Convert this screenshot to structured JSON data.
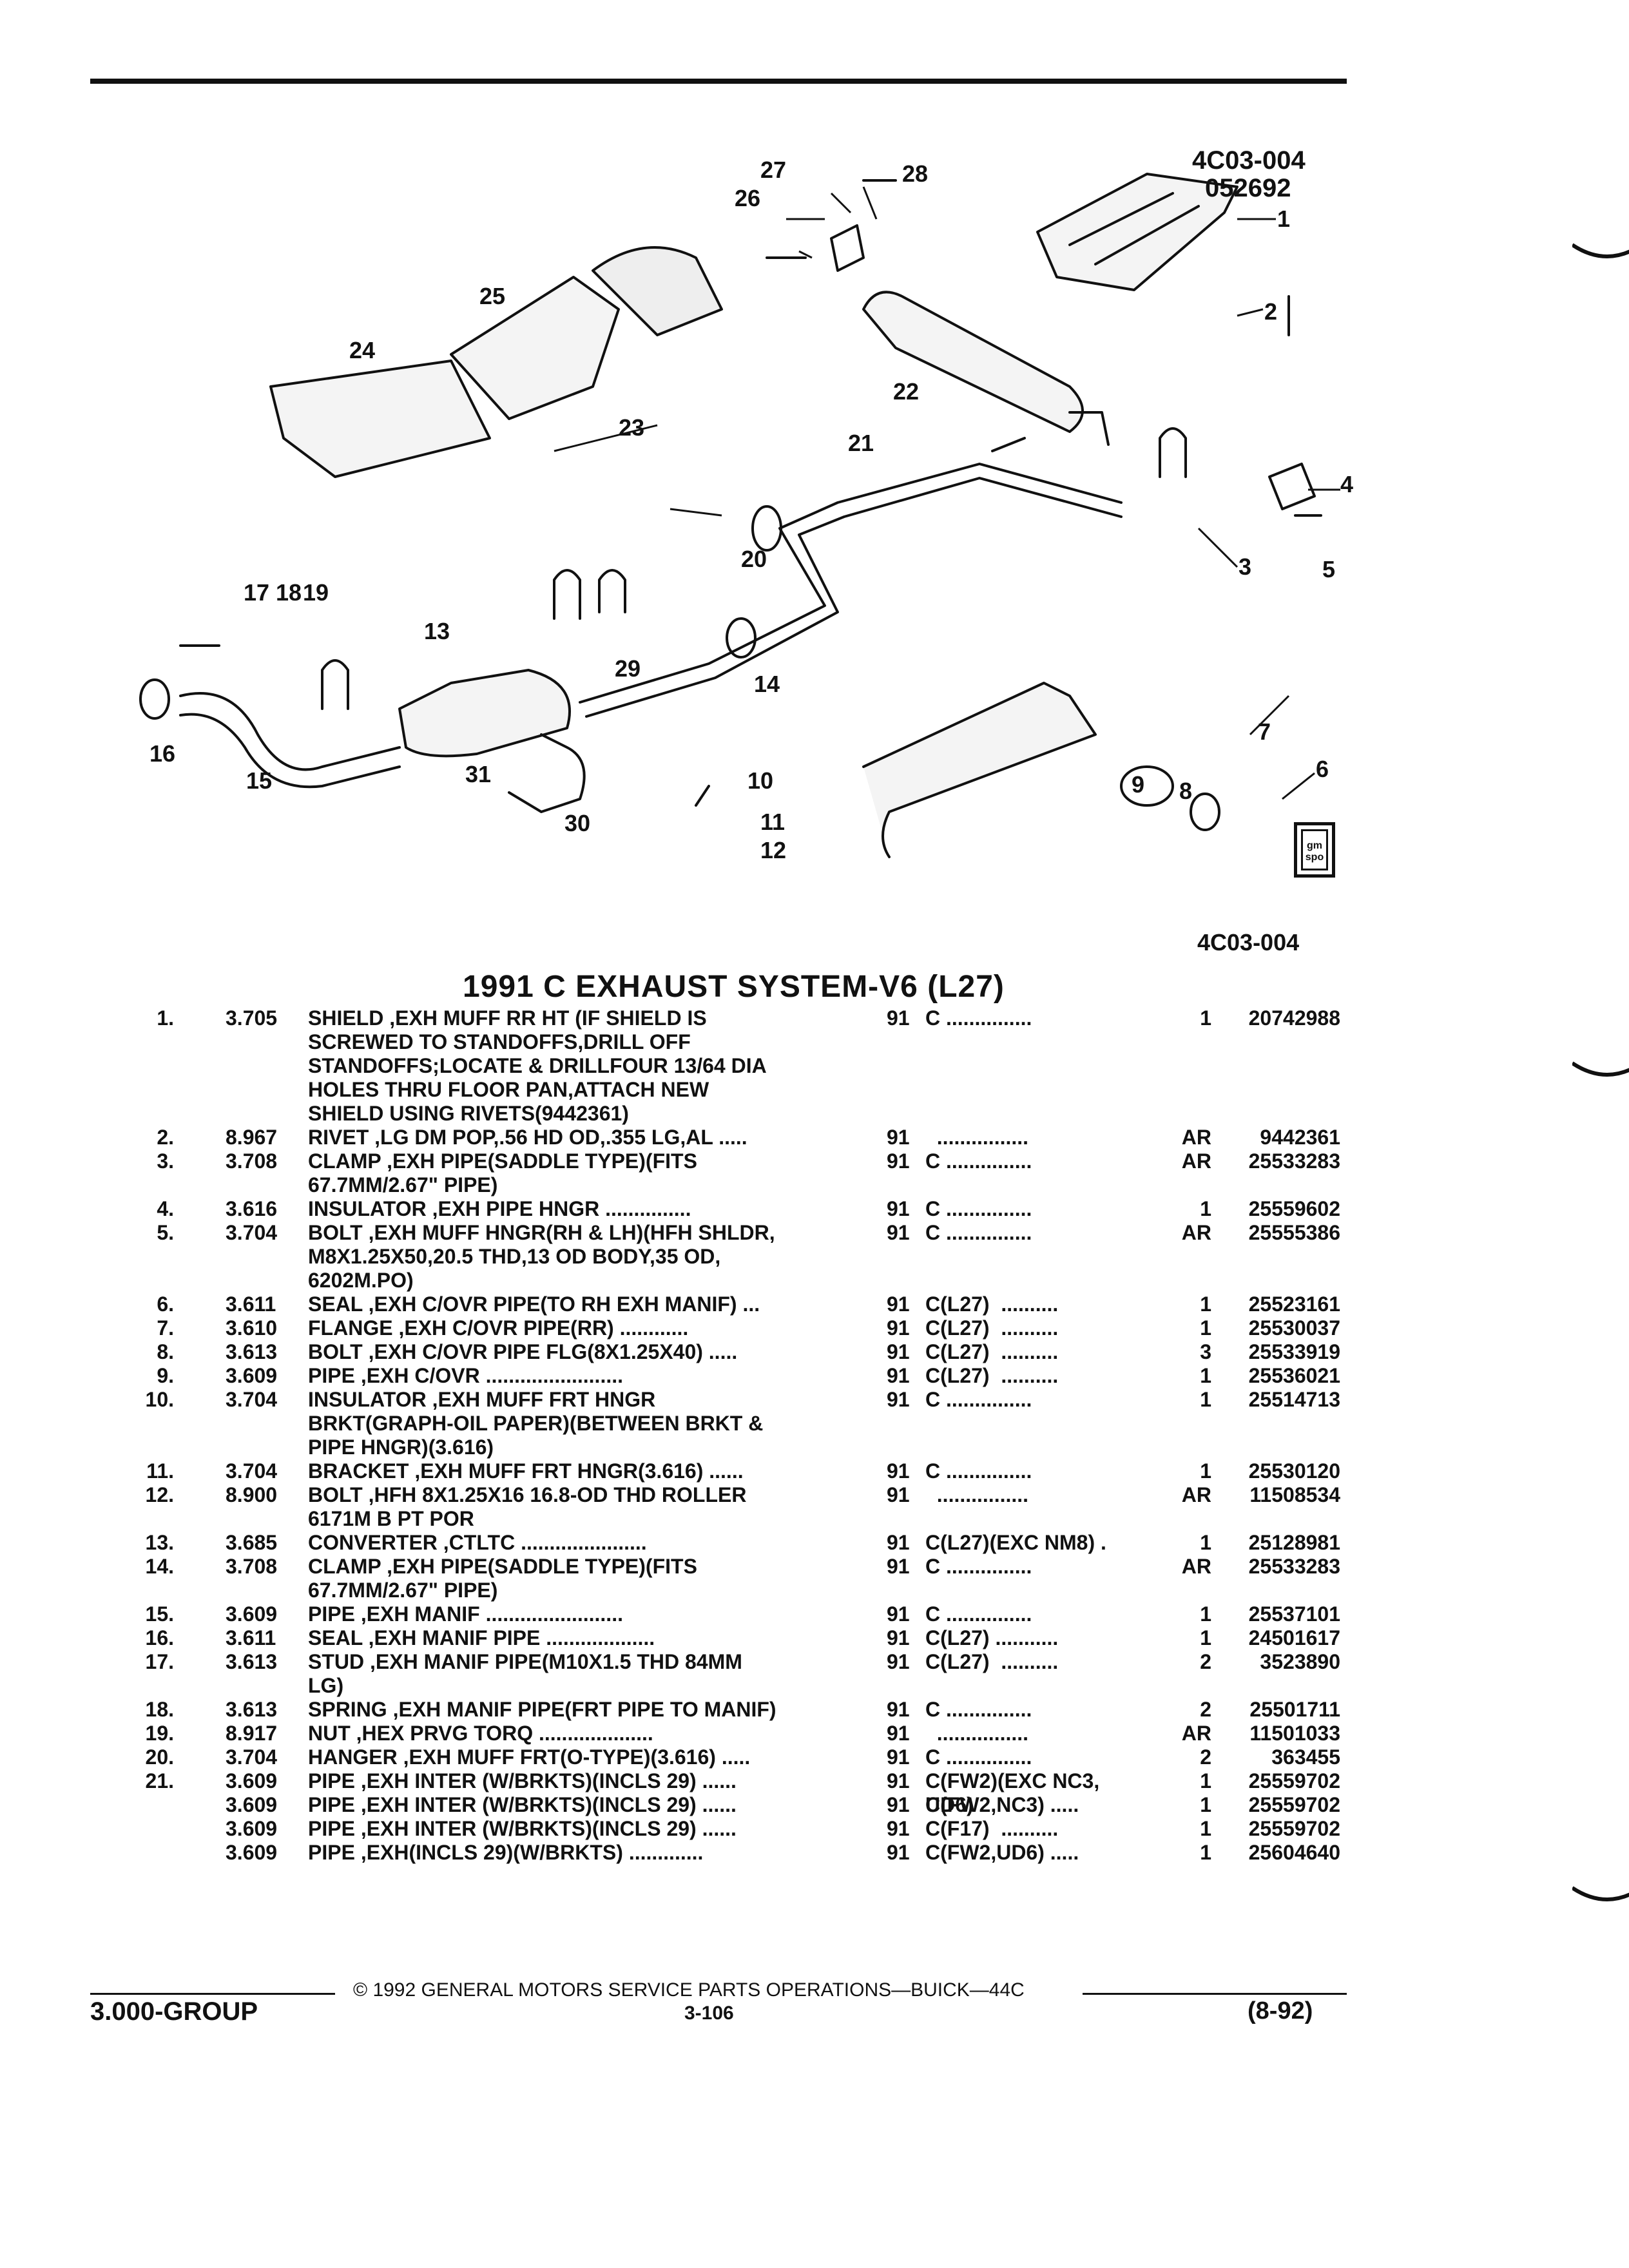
{
  "header": {
    "figure_code": "4C03-004",
    "figure_date": "052692",
    "figure_code_lower": "4C03-004",
    "logo_text": "gm spo"
  },
  "diagram": {
    "callouts": [
      "1",
      "2",
      "3",
      "4",
      "5",
      "6",
      "7",
      "8",
      "9",
      "10",
      "11",
      "12",
      "13",
      "14",
      "15",
      "16",
      "17",
      "18",
      "19",
      "20",
      "21",
      "22",
      "23",
      "24",
      "25",
      "26",
      "27",
      "28",
      "29",
      "30",
      "31"
    ]
  },
  "title": "1991 C EXHAUST SYSTEM-V6 (L27)",
  "rows": [
    {
      "num": "1.",
      "group": "3.705",
      "kw": "SHIELD",
      "desc": " ,EXH MUFF RR HT (IF SHIELD IS\nSCREWED TO STANDOFFS,DRILL OFF\nSTANDOFFS;LOCATE & DRILLFOUR 13/64 DIA\nHOLES THRU FLOOR PAN,ATTACH NEW\nSHIELD USING RIVETS(9442361)",
      "yr": "91",
      "use": "C ...............",
      "qty": "1",
      "part": "20742988",
      "lines": 5
    },
    {
      "num": "2.",
      "group": "8.967",
      "kw": "RIVET",
      "desc": " ,LG DM POP,.56 HD OD,.355 LG,AL .....",
      "yr": "91",
      "use": "  ................",
      "qty": "AR",
      "part": "9442361",
      "lines": 1
    },
    {
      "num": "3.",
      "group": "3.708",
      "kw": "CLAMP",
      "desc": " ,EXH PIPE(SADDLE TYPE)(FITS\n67.7MM/2.67\" PIPE)",
      "yr": "91",
      "use": "C ...............",
      "qty": "AR",
      "part": "25533283",
      "lines": 2
    },
    {
      "num": "4.",
      "group": "3.616",
      "kw": "INSULATOR",
      "desc": " ,EXH PIPE HNGR ...............",
      "yr": "91",
      "use": "C ...............",
      "qty": "1",
      "part": "25559602",
      "lines": 1
    },
    {
      "num": "5.",
      "group": "3.704",
      "kw": "BOLT",
      "desc": " ,EXH MUFF HNGR(RH & LH)(HFH SHLDR,\nM8X1.25X50,20.5 THD,13 OD BODY,35 OD,\n6202M.PO)",
      "yr": "91",
      "use": "C ...............",
      "qty": "AR",
      "part": "25555386",
      "lines": 3
    },
    {
      "num": "6.",
      "group": "3.611",
      "kw": "SEAL",
      "desc": " ,EXH C/OVR PIPE(TO RH EXH MANIF) ...",
      "yr": "91",
      "use": "C(L27)  ..........",
      "qty": "1",
      "part": "25523161",
      "lines": 1
    },
    {
      "num": "7.",
      "group": "3.610",
      "kw": "FLANGE",
      "desc": " ,EXH C/OVR PIPE(RR) ............",
      "yr": "91",
      "use": "C(L27)  ..........",
      "qty": "1",
      "part": "25530037",
      "lines": 1
    },
    {
      "num": "8.",
      "group": "3.613",
      "kw": "BOLT",
      "desc": " ,EXH C/OVR PIPE FLG(8X1.25X40) .....",
      "yr": "91",
      "use": "C(L27)  ..........",
      "qty": "3",
      "part": "25533919",
      "lines": 1
    },
    {
      "num": "9.",
      "group": "3.609",
      "kw": "PIPE",
      "desc": " ,EXH C/OVR ........................",
      "yr": "91",
      "use": "C(L27)  ..........",
      "qty": "1",
      "part": "25536021",
      "lines": 1
    },
    {
      "num": "10.",
      "group": "3.704",
      "kw": "INSULATOR",
      "desc": " ,EXH MUFF FRT HNGR\nBRKT(GRAPH-OIL PAPER)(BETWEEN BRKT &\nPIPE HNGR)(3.616)",
      "yr": "91",
      "use": "C ...............",
      "qty": "1",
      "part": "25514713",
      "lines": 3
    },
    {
      "num": "11.",
      "group": "3.704",
      "kw": "BRACKET",
      "desc": " ,EXH MUFF FRT HNGR(3.616) ......",
      "yr": "91",
      "use": "C ...............",
      "qty": "1",
      "part": "25530120",
      "lines": 1
    },
    {
      "num": "12.",
      "group": "8.900",
      "kw": "BOLT",
      "desc": " ,HFH 8X1.25X16 16.8-OD THD ROLLER\n6171M B PT POR",
      "yr": "91",
      "use": "  ................",
      "qty": "AR",
      "part": "11508534",
      "lines": 2
    },
    {
      "num": "13.",
      "group": "3.685",
      "kw": "CONVERTER",
      "desc": " ,CTLTC ......................",
      "yr": "91",
      "use": "C(L27)(EXC NM8) .",
      "qty": "1",
      "part": "25128981",
      "lines": 1
    },
    {
      "num": "14.",
      "group": "3.708",
      "kw": "CLAMP",
      "desc": " ,EXH PIPE(SADDLE TYPE)(FITS\n67.7MM/2.67\" PIPE)",
      "yr": "91",
      "use": "C ...............",
      "qty": "AR",
      "part": "25533283",
      "lines": 2
    },
    {
      "num": "15.",
      "group": "3.609",
      "kw": "PIPE",
      "desc": " ,EXH MANIF ........................",
      "yr": "91",
      "use": "C ...............",
      "qty": "1",
      "part": "25537101",
      "lines": 1
    },
    {
      "num": "16.",
      "group": "3.611",
      "kw": "SEAL",
      "desc": " ,EXH MANIF PIPE ...................",
      "yr": "91",
      "use": "C(L27) ...........",
      "qty": "1",
      "part": "24501617",
      "lines": 1
    },
    {
      "num": "17.",
      "group": "3.613",
      "kw": "STUD",
      "desc": " ,EXH MANIF PIPE(M10X1.5 THD 84MM\nLG)",
      "yr": "91",
      "use": "C(L27)  ..........",
      "qty": "2",
      "part": "3523890",
      "lines": 2
    },
    {
      "num": "18.",
      "group": "3.613",
      "kw": "SPRING",
      "desc": " ,EXH MANIF PIPE(FRT PIPE TO MANIF)",
      "yr": "91",
      "use": "C ...............",
      "qty": "2",
      "part": "25501711",
      "lines": 1
    },
    {
      "num": "19.",
      "group": "8.917",
      "kw": "NUT",
      "desc": " ,HEX PRVG TORQ ....................",
      "yr": "91",
      "use": "  ................",
      "qty": "AR",
      "part": "11501033",
      "lines": 1
    },
    {
      "num": "20.",
      "group": "3.704",
      "kw": "HANGER",
      "desc": " ,EXH MUFF FRT(O-TYPE)(3.616) .....",
      "yr": "91",
      "use": "C ...............",
      "qty": "2",
      "part": "363455",
      "lines": 1
    },
    {
      "num": "21.",
      "group": "3.609",
      "kw": "PIPE",
      "desc": " ,EXH INTER (W/BRKTS)(INCLS 29) ......",
      "yr": "91",
      "use": "C(FW2)(EXC NC3,\nUD6)",
      "qty": "1",
      "part": "25559702",
      "lines": 2
    },
    {
      "num": "",
      "group": "3.609",
      "kw": "PIPE",
      "desc": " ,EXH INTER (W/BRKTS)(INCLS 29) ......",
      "yr": "91",
      "use": "C(FW2,NC3) .....",
      "qty": "1",
      "part": "25559702",
      "lines": 1
    },
    {
      "num": "",
      "group": "3.609",
      "kw": "PIPE",
      "desc": " ,EXH INTER (W/BRKTS)(INCLS 29) ......",
      "yr": "91",
      "use": "C(F17)  ..........",
      "qty": "1",
      "part": "25559702",
      "lines": 1
    },
    {
      "num": "",
      "group": "3.609",
      "kw": "PIPE",
      "desc": " ,EXH(INCLS 29)(W/BRKTS) .............",
      "yr": "91",
      "use": "C(FW2,UD6) .....",
      "qty": "1",
      "part": "25604640",
      "lines": 1
    }
  ],
  "footer": {
    "copyright": "© 1992  GENERAL MOTORS SERVICE PARTS OPERATIONS—BUICK—44C",
    "group": "3.000-GROUP",
    "page": "3-106",
    "date": "(8-92)"
  }
}
